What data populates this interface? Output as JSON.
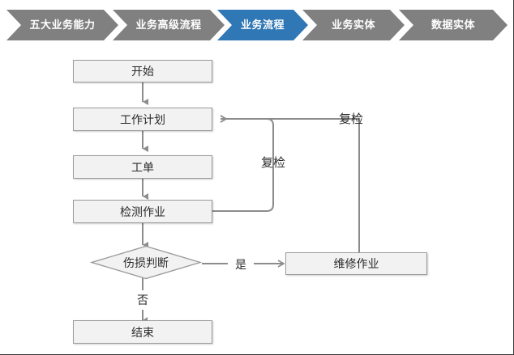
{
  "page": {
    "background": "#ffffff",
    "border_color": "#3a3a3a"
  },
  "process_bar": {
    "name": "business-architecture-breadcrumb",
    "active_index": 2,
    "inactive_color": "#808080",
    "active_color": "#3077b5",
    "text_color": "#ffffff",
    "steps": [
      {
        "label": "五大业务能力",
        "active": false
      },
      {
        "label": "业务高级流程",
        "active": false
      },
      {
        "label": "业务流程",
        "active": true
      },
      {
        "label": "业务实体",
        "active": false
      },
      {
        "label": "数据实体",
        "active": false
      }
    ]
  },
  "flowchart": {
    "title": "业务流程",
    "node_fill": "#f2f2f2",
    "node_border": "#9b9b9b",
    "connector_color": "#8c8c8c",
    "text_color": "#2b2b2b",
    "nodes": [
      {
        "id": "start",
        "label": "开始",
        "shape": "rect"
      },
      {
        "id": "work-plan",
        "label": "工作计划",
        "shape": "rect"
      },
      {
        "id": "work-order",
        "label": "工单",
        "shape": "rect"
      },
      {
        "id": "inspect",
        "label": "检测作业",
        "shape": "rect"
      },
      {
        "id": "decision",
        "label": "伤损判断",
        "shape": "diamond"
      },
      {
        "id": "repair",
        "label": "维修作业",
        "shape": "rect"
      },
      {
        "id": "end",
        "label": "结束",
        "shape": "rect"
      }
    ],
    "edge_labels": [
      {
        "id": "recheck-inner",
        "label": "复检",
        "from": "inspect",
        "to": "work-plan"
      },
      {
        "id": "recheck-outer",
        "label": "复检",
        "from": "repair",
        "to": "work-plan"
      },
      {
        "id": "yes",
        "label": "是",
        "from": "decision",
        "to": "repair"
      },
      {
        "id": "no",
        "label": "否",
        "from": "decision",
        "to": "end"
      }
    ]
  }
}
